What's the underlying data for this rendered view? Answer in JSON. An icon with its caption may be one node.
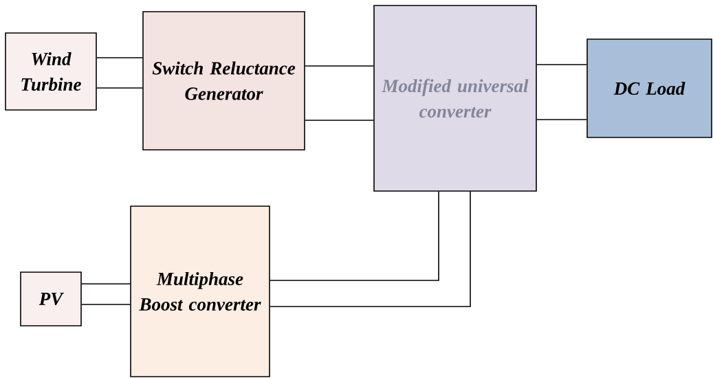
{
  "diagram": {
    "nodes": [
      {
        "text": [
          "Wind Turbine"
        ]
      },
      {
        "text": [
          "Switch Reluctance Generator"
        ]
      },
      {
        "text": [
          "Modified universal converter"
        ]
      },
      {
        "text": [
          "DC Load"
        ]
      },
      {
        "text": [
          "PV"
        ]
      },
      {
        "text": [
          "Multiphase Boost converter"
        ]
      }
    ],
    "edges": [
      {
        "from": 0,
        "to": 1,
        "arrow": "none"
      },
      {
        "from": 0,
        "to": 1,
        "arrow": "none"
      },
      {
        "from": 1,
        "to": 2,
        "arrow": "none"
      },
      {
        "from": 1,
        "to": 2,
        "arrow": "none"
      },
      {
        "from": 2,
        "to": 3,
        "arrow": "none"
      },
      {
        "from": 2,
        "to": 3,
        "arrow": "none"
      },
      {
        "from": 4,
        "to": 5,
        "arrow": "none"
      },
      {
        "from": 4,
        "to": 5,
        "arrow": "none"
      },
      {
        "from": 5,
        "to": 2,
        "arrow": "none"
      },
      {
        "from": 5,
        "to": 2,
        "arrow": "none"
      }
    ]
  }
}
